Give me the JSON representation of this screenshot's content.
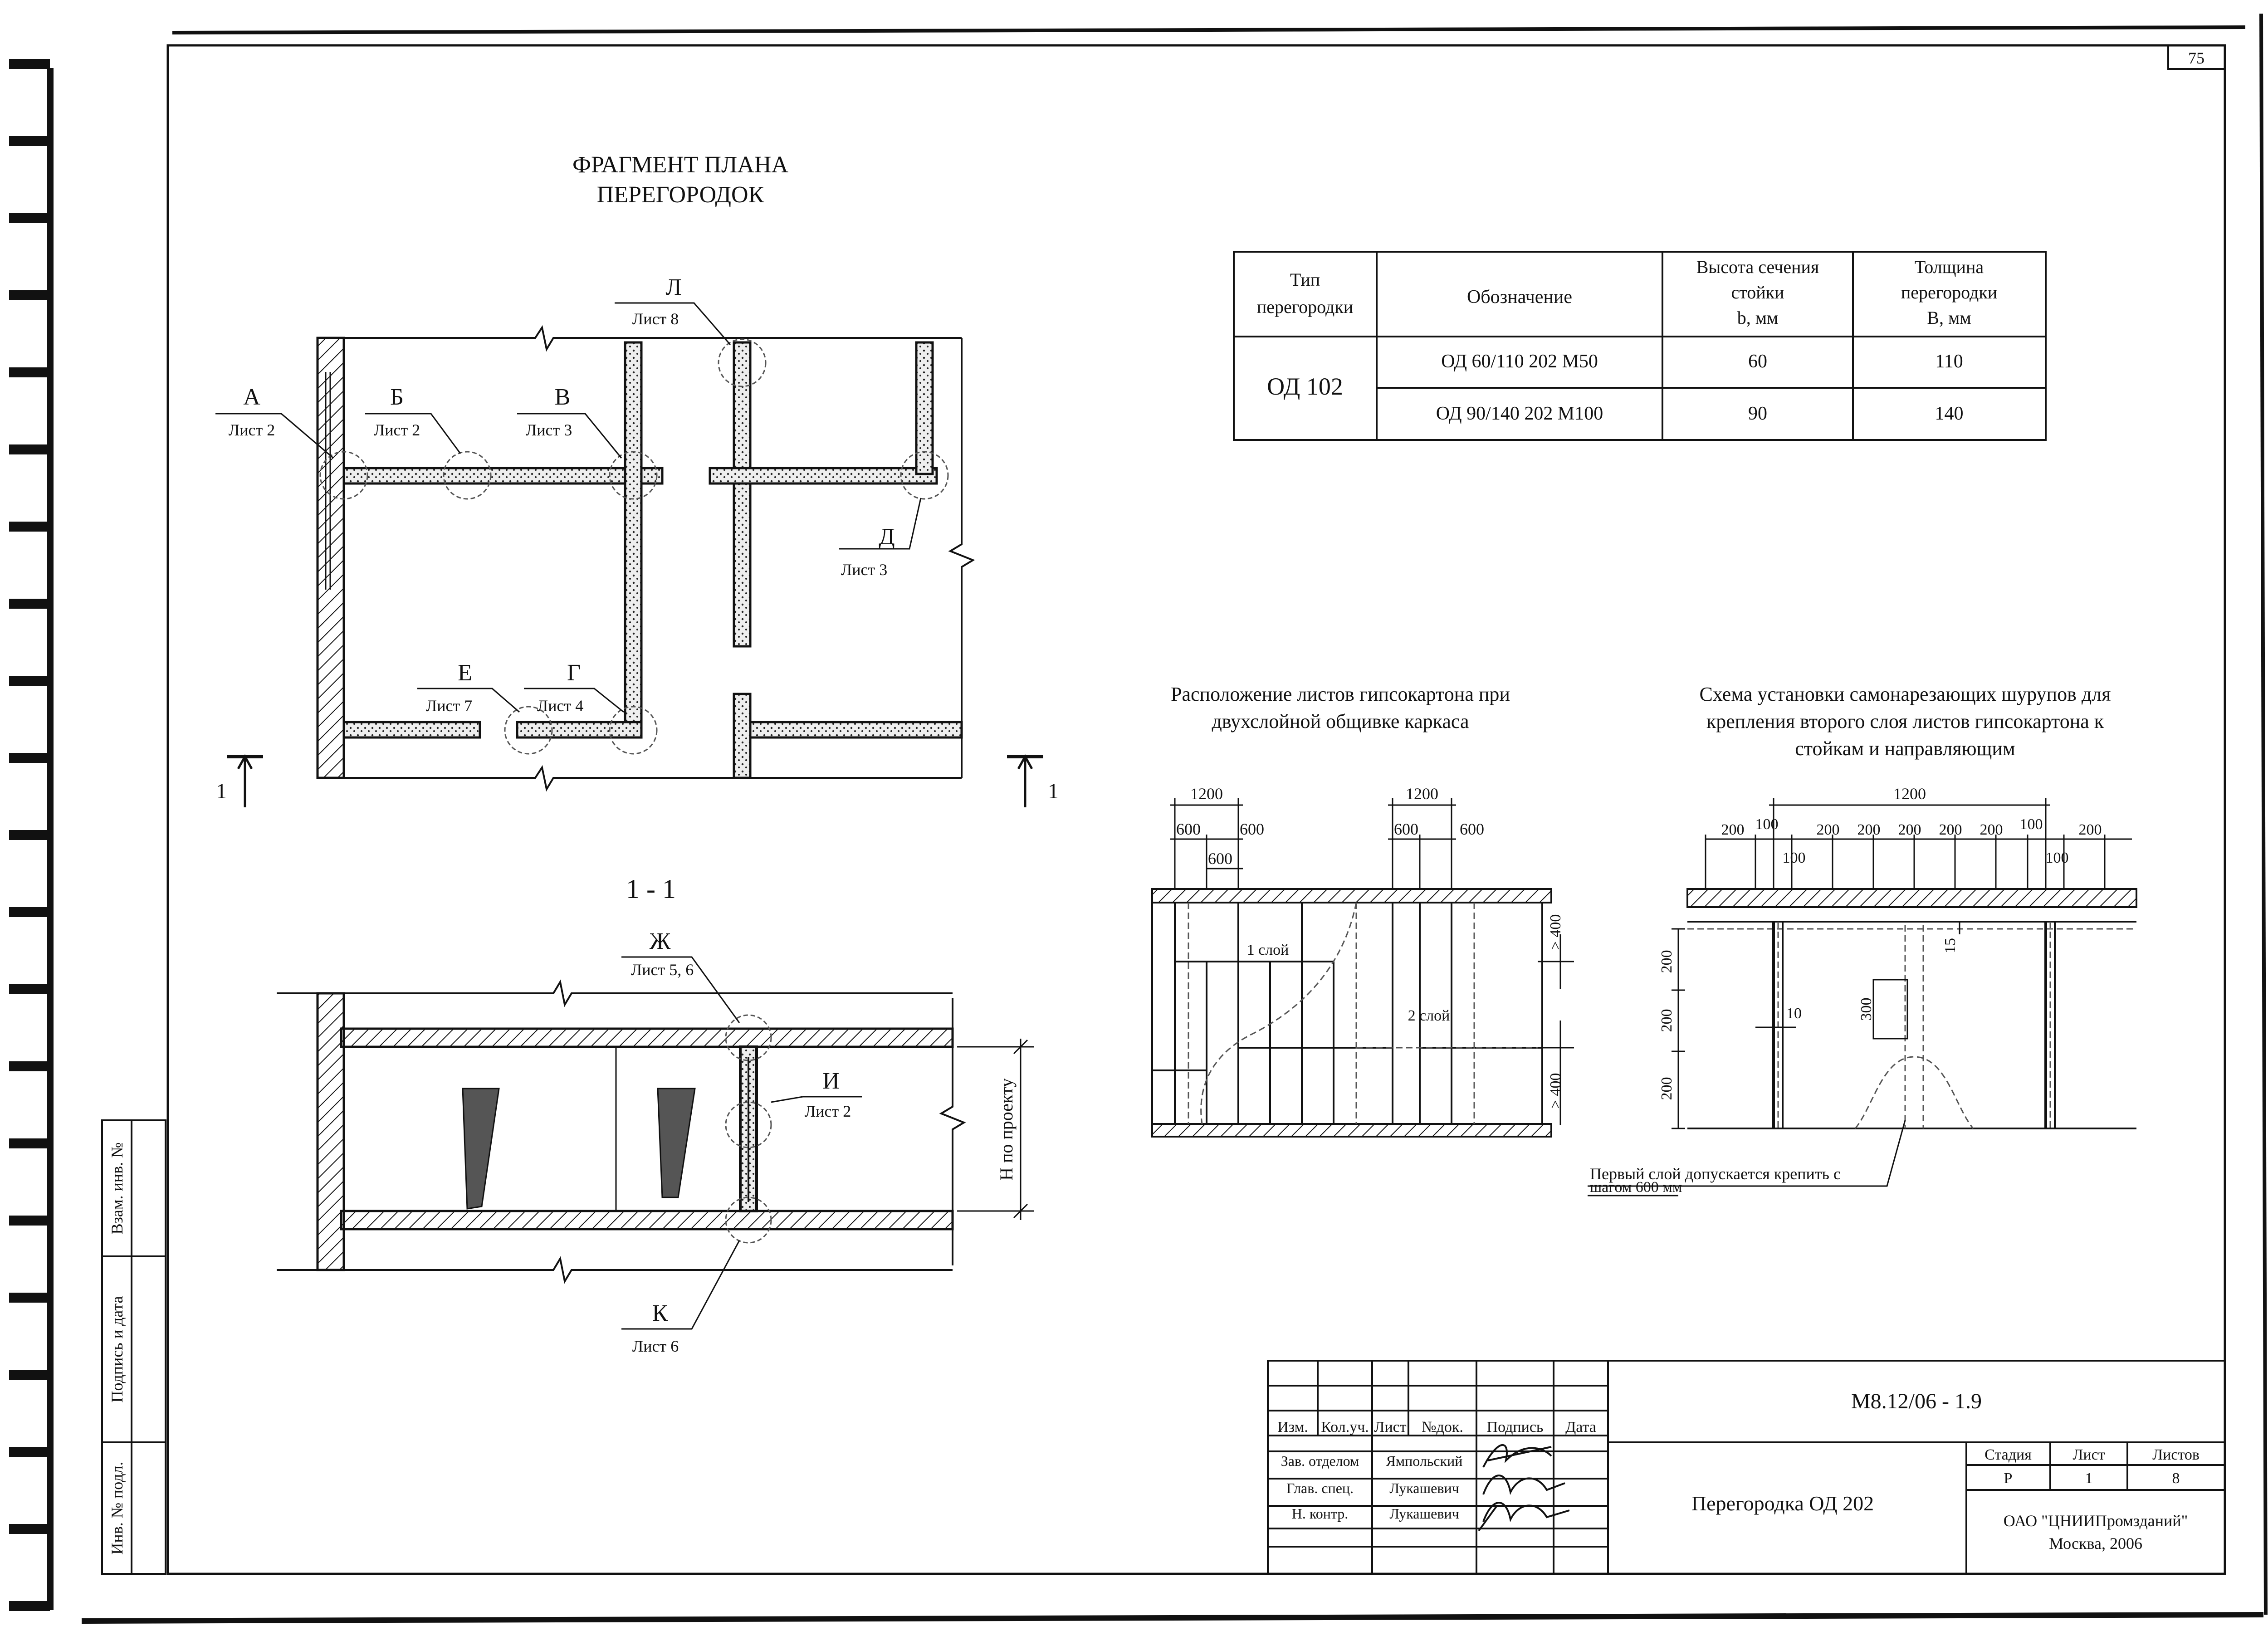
{
  "sheet": {
    "page_number": "75"
  },
  "plan": {
    "title_line1": "ФРАГМЕНТ ПЛАНА",
    "title_line2": "ПЕРЕГОРОДОК",
    "callouts": [
      {
        "letter": "Л",
        "sheet": "Лист 8"
      },
      {
        "letter": "А",
        "sheet": "Лист 2"
      },
      {
        "letter": "Б",
        "sheet": "Лист 2"
      },
      {
        "letter": "В",
        "sheet": "Лист 3"
      },
      {
        "letter": "Д",
        "sheet": "Лист 3"
      },
      {
        "letter": "Е",
        "sheet": "Лист 7"
      },
      {
        "letter": "Г",
        "sheet": "Лист 4"
      }
    ],
    "cut_mark": "1"
  },
  "section": {
    "title": "1 - 1",
    "callouts": [
      {
        "letter": "Ж",
        "sheet": "Лист 5, 6"
      },
      {
        "letter": "И",
        "sheet": "Лист 2"
      },
      {
        "letter": "К",
        "sheet": "Лист 6"
      }
    ],
    "height_label": "Н по проекту"
  },
  "types_table": {
    "headers": {
      "type": [
        "Тип",
        "перегородки"
      ],
      "designation": "Обозначение",
      "height": [
        "Высота сечения",
        "стойки",
        "b, мм"
      ],
      "thickness": [
        "Толщина",
        "перегородки",
        "В, мм"
      ]
    },
    "type": "ОД 102",
    "rows": [
      {
        "designation": "ОД 60/110 202 М50",
        "b": "60",
        "B": "110"
      },
      {
        "designation": "ОД 90/140 202 М100",
        "b": "90",
        "B": "140"
      }
    ]
  },
  "sheets_diagram": {
    "title_line1": "Расположение  листов гипсокартона при",
    "title_line2": "двухслойной общивке каркаса",
    "dim_1200": "1200",
    "dim_600": "600",
    "layer1": "1 слой",
    "layer2": "2 слой",
    "dim_gt400": "> 400"
  },
  "screws_diagram": {
    "title_line1": "Схема установки самонарезающих шурупов для",
    "title_line2": "крепления второго слоя листов гипсокартона к",
    "title_line3": "стойкам и направляющим",
    "dim_1200": "1200",
    "dim_200": "200",
    "dim_100": "100",
    "dim_300": "300",
    "dim_15": "15",
    "dim_10": "10",
    "note_line1": "Первый  слой допускается крепить с",
    "note_line2": "шагом 600 мм"
  },
  "side_stamp": {
    "vzam": "Взам. инв. №",
    "podpis": "Подпись и дата",
    "inv": "Инв. № подл."
  },
  "title_block": {
    "code": "М8.12/06 - 1.9",
    "cols": [
      "Изм.",
      "Кол.уч.",
      "Лист",
      "№док.",
      "Подпись",
      "Дата"
    ],
    "people": [
      {
        "role": "Зав. отделом",
        "name": "Ямпольский"
      },
      {
        "role": "Глав. спец.",
        "name": "Лукашевич"
      },
      {
        "role": "Н. контр.",
        "name": "Лукашевич"
      }
    ],
    "drawing_name": "Перегородка ОД 202",
    "stage_label": "Стадия",
    "sheet_label": "Лист",
    "sheets_label": "Листов",
    "stage": "Р",
    "sheet": "1",
    "sheets": "8",
    "org_line1": "ОАО \"ЦНИИПромзданий\"",
    "org_line2": "Москва, 2006"
  }
}
